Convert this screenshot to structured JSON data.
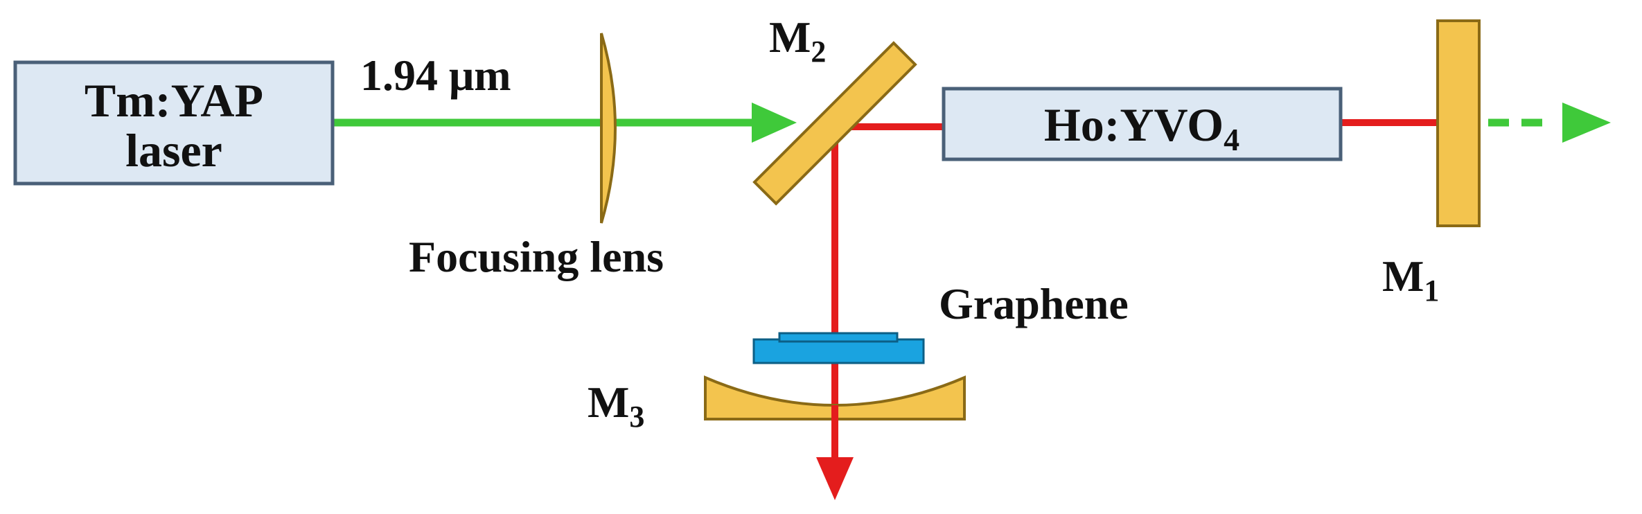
{
  "colors": {
    "pump_beam": "#3fc93a",
    "laser_beam": "#e41d1d",
    "optic_fill": "#f3c44e",
    "optic_stroke": "#8a6a16",
    "box_fill": "#dde8f3",
    "box_stroke": "#4a6078",
    "graphene": "#1aa3e0"
  },
  "pump_source": {
    "line1": "Tm:YAP",
    "line2": "laser"
  },
  "wavelength": "1.94 μm",
  "focusing_lens": "Focusing lens",
  "mirror_m2": {
    "letter": "M",
    "sub": "2"
  },
  "crystal": {
    "text": "Ho:YVO",
    "sub": "4"
  },
  "mirror_m1": {
    "letter": "M",
    "sub": "1"
  },
  "graphene": "Graphene",
  "mirror_m3": {
    "letter": "M",
    "sub": "3"
  },
  "icons": {
    "pump_arrow": "arrow-right-icon",
    "output_arrow": "arrow-down-icon",
    "leak_arrow": "dashed-arrow-right-icon"
  }
}
